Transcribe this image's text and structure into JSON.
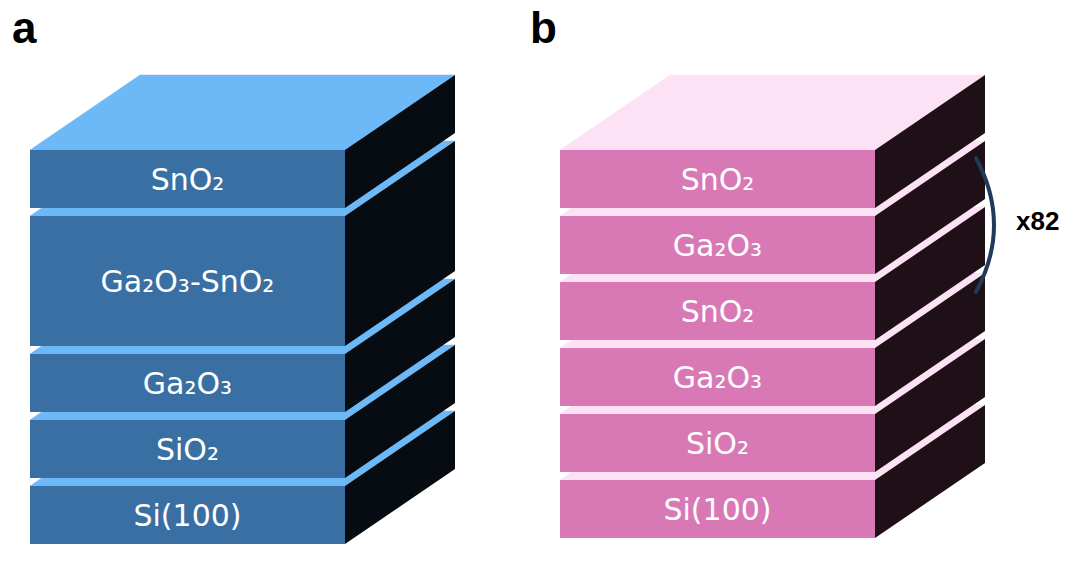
{
  "diagram": {
    "nodes": [
      {
        "text": [
          "SnO₂"
        ]
      },
      {
        "text": [
          "Ga₂O₃-SnO₂"
        ]
      },
      {
        "text": [
          "Ga₂O₃"
        ]
      },
      {
        "text": [
          "SiO₂"
        ]
      },
      {
        "text": [
          "Si(100)"
        ]
      },
      {
        "text": [
          "SnO₂"
        ]
      },
      {
        "text": [
          "Ga₂O₃"
        ]
      },
      {
        "text": [
          "SnO₂"
        ]
      },
      {
        "text": [
          "Ga₂O₃"
        ]
      },
      {
        "text": [
          "SiO₂"
        ]
      },
      {
        "text": [
          "Si(100)"
        ]
      }
    ],
    "labels": [
      "a",
      "b",
      "x82"
    ]
  }
}
